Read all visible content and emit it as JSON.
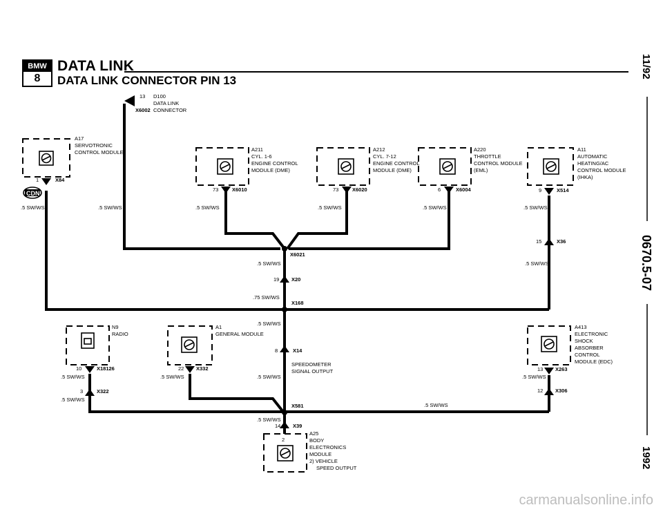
{
  "header": {
    "logo_top": "BMW",
    "logo_bottom": "8",
    "title": "DATA LINK",
    "subtitle": "DATA LINK CONNECTOR PIN 13"
  },
  "side": {
    "date": "11/92",
    "doc_no": "0670.5-07",
    "year": "1992"
  },
  "watermark": "carmanualsonline.info",
  "connector": {
    "pin": "13",
    "id": "D100",
    "line1": "DATA LINK",
    "line2": "CONNECTOR",
    "code": "X6002"
  },
  "modules": {
    "a17": {
      "id": "A17",
      "l1": "SERVOTRONIC",
      "l2": "CONTROL MODULE",
      "pin": "1",
      "conn": "X84",
      "wire": ".5 SW/WS",
      "wire2": ".5 SW/WS"
    },
    "a211": {
      "id": "A211",
      "l1": "CYL. 1-6",
      "l2": "ENGINE CONTROL",
      "l3": "MODULE (DME)",
      "pin": "73",
      "conn": "X6010",
      "wire": ".5 SW/WS"
    },
    "a212": {
      "id": "A212",
      "l1": "CYL. 7-12",
      "l2": "ENGINE CONTROL",
      "l3": "MODULE (DME)",
      "pin": "73",
      "conn": "X6020",
      "wire": ".5 SW/WS"
    },
    "a220": {
      "id": "A220",
      "l1": "THROTTLE",
      "l2": "CONTROL MODULE",
      "l3": "(EML)",
      "pin": "6",
      "conn": "X6004",
      "wire": ".5 SW/WS"
    },
    "a11": {
      "id": "A11",
      "l1": "AUTOMATIC",
      "l2": "HEATING/AC",
      "l3": "CONTROL MODULE",
      "l4": "(IHKA)",
      "pin": "9",
      "conn": "X514",
      "wire": ".5 SW/WS",
      "pin2": "15",
      "conn2": "X36",
      "wire2": ".5 SW/WS"
    },
    "n9": {
      "id": "N9",
      "l1": "RADIO",
      "pin": "10",
      "conn": "X18126",
      "wire": ".5 SW/WS",
      "pin2": "3",
      "conn2": "X322",
      "wire2": ".5 SW/WS"
    },
    "a1": {
      "id": "A1",
      "l1": "GENERAL MODULE",
      "pin": "22",
      "conn": "X332",
      "wire": ".5 SW/WS"
    },
    "a413": {
      "id": "A413",
      "l1": "ELECTRONIC",
      "l2": "SHOCK",
      "l3": "ABSORBER",
      "l4": "CONTROL",
      "l5": "MODULE (EDC)",
      "pin": "13",
      "conn": "X263",
      "wire": ".5 SW/WS",
      "pin2": "12",
      "conn2": "X306"
    },
    "a25": {
      "id": "A25",
      "l1": "BODY",
      "l2": "ELECTRONICS",
      "l3": "MODULE",
      "l4": "2) VEHICLE",
      "l5": "SPEED OUTPUT",
      "pin": "2"
    }
  },
  "junctions": {
    "x6021": "X6021",
    "w1": ".5 SW/WS",
    "p19": "19",
    "x20": "X20",
    "w2": ".75 SW/WS",
    "x168": "X168",
    "w3": ".5 SW/WS",
    "p8": "8",
    "x14": "X14",
    "speedo1": "SPEEDOMETER",
    "speedo2": "SIGNAL OUTPUT",
    "w4": ".5 SW/WS",
    "x581": "X581",
    "w5": ".5 SW/WS",
    "w6": ".5 SW/WS",
    "p14": "14",
    "x39": "X39"
  }
}
